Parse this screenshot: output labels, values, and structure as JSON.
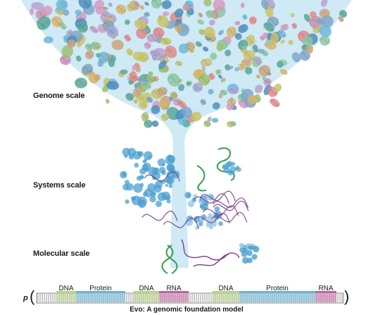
{
  "scales": {
    "genome": "Genome scale",
    "systems": "Systems scale",
    "molecular": "Molecular scale"
  },
  "sequence": {
    "prefix": "p",
    "open_paren": "(",
    "close_paren": ")",
    "segments": [
      {
        "label": "DNA",
        "type": "dna"
      },
      {
        "label": "Protein",
        "type": "protein"
      },
      {
        "label": "DNA",
        "type": "dna"
      },
      {
        "label": "RNA",
        "type": "rna"
      },
      {
        "label": "DNA",
        "type": "dna"
      },
      {
        "label": "Protein",
        "type": "protein"
      },
      {
        "label": "RNA",
        "type": "rna"
      }
    ]
  },
  "caption": "Evo: A genomic foundation model",
  "colors": {
    "funnel": "#cfe9f5",
    "dna": "#b5d67e",
    "protein": "#5fb6dc",
    "rna": "#c95aa0",
    "protein_blue": "#4a9fd0",
    "rna_purple": "#7a3b8e",
    "dna_green": "#35a04e"
  }
}
